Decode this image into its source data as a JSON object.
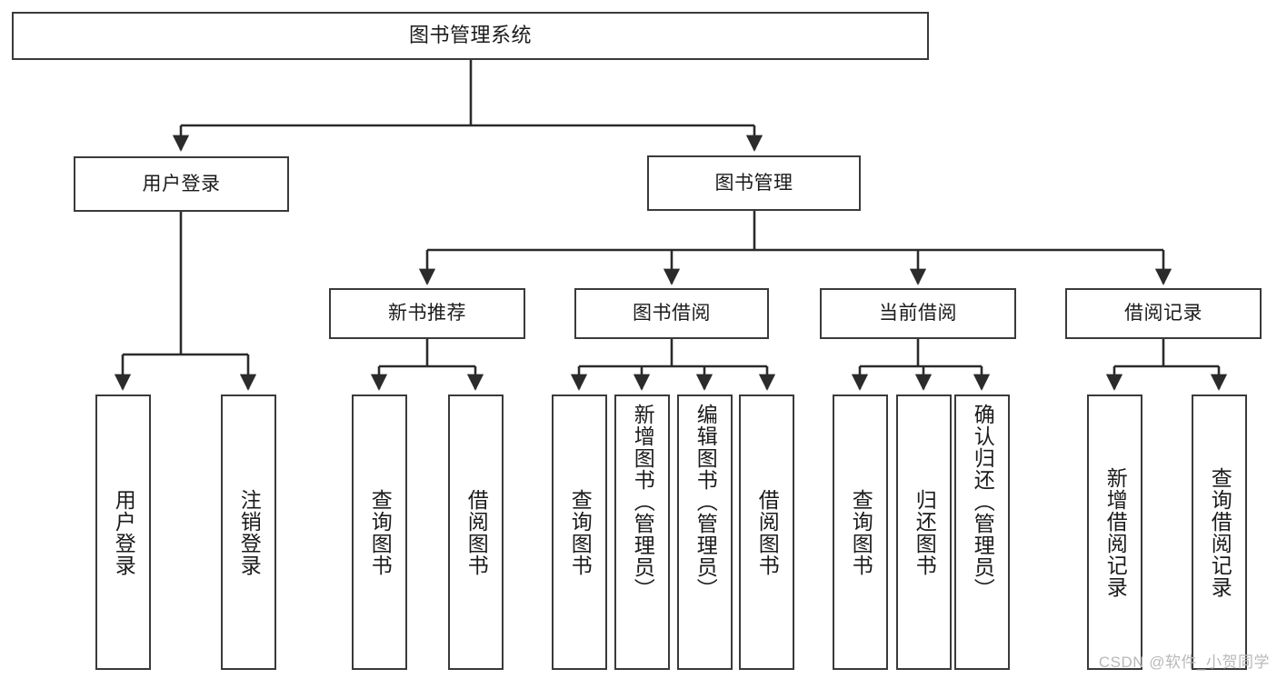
{
  "diagram": {
    "type": "tree",
    "title": "图书管理系统",
    "watermark": "CSDN @软件_小贺同学",
    "colors": {
      "box_border": "#3a3a3a",
      "box_fill": "#ffffff",
      "connector": "#2b2b2b",
      "text": "#1b1b1b",
      "watermark": "#b9b9b9"
    },
    "root": {
      "label": "图书管理系统"
    },
    "level2": [
      {
        "id": "user-login",
        "label": "用户登录"
      },
      {
        "id": "book-manage",
        "label": "图书管理"
      }
    ],
    "level3": [
      {
        "id": "new-book-recommend",
        "label": "新书推荐",
        "parent": "book-manage"
      },
      {
        "id": "book-borrow",
        "label": "图书借阅",
        "parent": "book-manage"
      },
      {
        "id": "current-borrow",
        "label": "当前借阅",
        "parent": "book-manage"
      },
      {
        "id": "borrow-record",
        "label": "借阅记录",
        "parent": "book-manage"
      }
    ],
    "leaves": {
      "user-login": [
        {
          "id": "leaf-user-login",
          "label": "用户登录"
        },
        {
          "id": "leaf-logout",
          "label": "注销登录"
        }
      ],
      "new-book-recommend": [
        {
          "id": "leaf-query-book-1",
          "label": "查询图书"
        },
        {
          "id": "leaf-borrow-book-1",
          "label": "借阅图书"
        }
      ],
      "book-borrow": [
        {
          "id": "leaf-query-book-2",
          "label": "查询图书"
        },
        {
          "id": "leaf-add-book",
          "label": "新增图书（管理员）"
        },
        {
          "id": "leaf-edit-book",
          "label": "编辑图书（管理员）"
        },
        {
          "id": "leaf-borrow-book-2",
          "label": "借阅图书"
        }
      ],
      "current-borrow": [
        {
          "id": "leaf-query-book-3",
          "label": "查询图书"
        },
        {
          "id": "leaf-return-book",
          "label": "归还图书"
        },
        {
          "id": "leaf-confirm-return",
          "label": "确认归还（管理员）"
        }
      ],
      "borrow-record": [
        {
          "id": "leaf-add-record",
          "label": "新增借阅记录"
        },
        {
          "id": "leaf-query-record",
          "label": "查询借阅记录"
        }
      ]
    }
  }
}
